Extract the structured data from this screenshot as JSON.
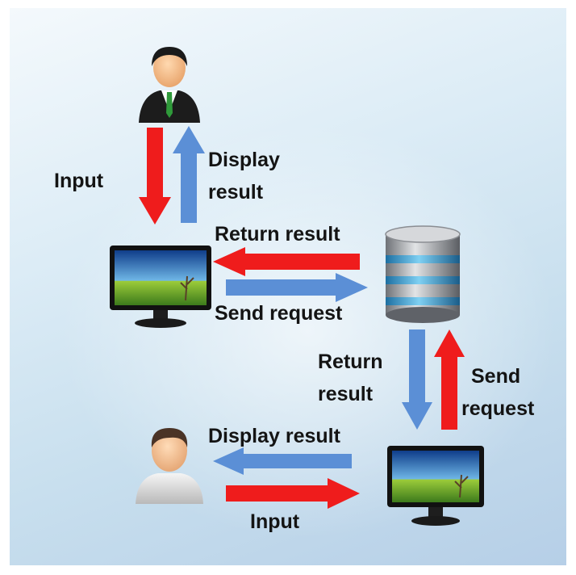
{
  "labels": {
    "top_input": "Input",
    "top_display_line1": "Display",
    "top_display_line2": "result",
    "return_result_top": "Return result",
    "send_request_top": "Send request",
    "return_line1": "Return",
    "return_line2": "result",
    "send_line1": "Send",
    "send_line2": "request",
    "bottom_display": "Display result",
    "bottom_input": "Input"
  },
  "colors": {
    "red_arrow": "#ef1c1c",
    "blue_arrow": "#5b8fd6"
  },
  "icons": [
    "user-businessman-icon",
    "monitor-icon",
    "database-icon",
    "monitor-icon",
    "user-icon"
  ]
}
